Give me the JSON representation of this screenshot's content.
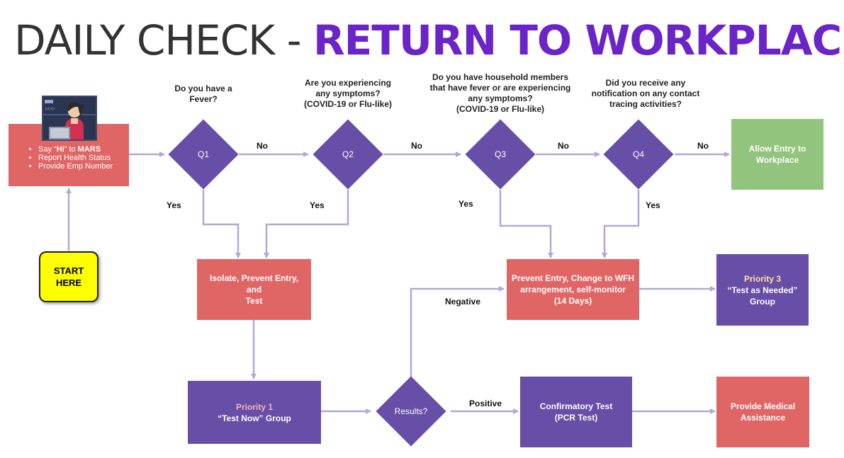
{
  "title": {
    "part1": "DAILY CHECK - ",
    "part2": "RETURN TO WORKPLACE"
  },
  "start": {
    "line1": "START",
    "line2": "HERE"
  },
  "mars_box": {
    "items": [
      {
        "pre": "Say “",
        "bold1": "Hi",
        "mid": "” to ",
        "bold2": "MARS"
      },
      {
        "text": "Report Health Status"
      },
      {
        "text": "Provide Emp Number"
      }
    ]
  },
  "questions": {
    "q1": {
      "id": "Q1",
      "lines": [
        "Do you have a",
        "Fever?"
      ]
    },
    "q2": {
      "id": "Q2",
      "lines": [
        "Are you experiencing",
        "any symptoms?",
        "(COVID-19 or Flu-like)"
      ]
    },
    "q3": {
      "id": "Q3",
      "lines": [
        "Do you have household members",
        "that have fever or are experiencing",
        "any symptoms?",
        "(COVID-19 or Flu-like)"
      ]
    },
    "q4": {
      "id": "Q4",
      "lines": [
        "Did you receive any",
        "notification on any contact",
        "tracing activities?"
      ]
    }
  },
  "edge_labels": {
    "no1": "No",
    "no2": "No",
    "no3": "No",
    "no4": "No",
    "yes1": "Yes",
    "yes2": "Yes",
    "yes3": "Yes",
    "yes4": "Yes",
    "negative": "Negative",
    "positive": "Positive"
  },
  "boxes": {
    "allow": {
      "lines": [
        "Allow Entry to",
        "Workplace"
      ]
    },
    "isolate": {
      "lines": [
        "Isolate, Prevent Entry, and",
        "Test"
      ]
    },
    "prevent": {
      "lines": [
        "Prevent Entry,  Change to WFH",
        "arrangement, self-monitor",
        "(14 Days)"
      ]
    },
    "priority3": {
      "heading": "Priority 3",
      "lines": [
        "“Test as Needed”",
        "Group"
      ]
    },
    "priority1": {
      "heading": "Priority 1",
      "lines": [
        "“Test Now” Group"
      ]
    },
    "results": "Results?",
    "confirm": {
      "lines": [
        "Confirmatory Test",
        "(PCR Test)"
      ]
    },
    "medical": {
      "lines": [
        "Provide Medical",
        "Assistance"
      ]
    }
  },
  "colors": {
    "red": "#e06666",
    "purple": "#674ea7",
    "green": "#93c47d",
    "yellow": "#ffff00",
    "connector": "#b4a7d6",
    "title_accent": "#6a24c8"
  }
}
